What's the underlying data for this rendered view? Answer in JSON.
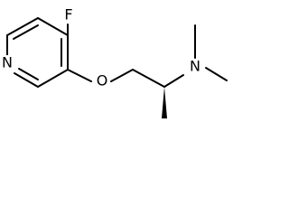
{
  "structure": {
    "atoms": {
      "fluorine": "F",
      "pyridine_nitrogen": "N",
      "ether_oxygen": "O",
      "amine_nitrogen": "N"
    },
    "colors": {
      "bond": "#000000",
      "label": "#000000",
      "background": "#ffffff"
    }
  }
}
